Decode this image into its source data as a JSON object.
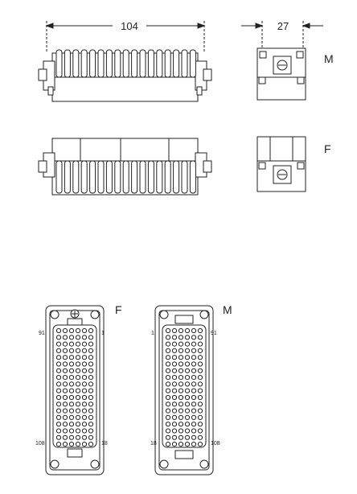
{
  "dimensions": {
    "width_label": "104",
    "depth_label": "27"
  },
  "views": {
    "male_side_tag": "M",
    "female_side_tag": "F",
    "female_face_tag": "F",
    "male_face_tag": "M"
  },
  "female_face_pins": {
    "top_left": "91",
    "top_right": "1",
    "bottom_left": "108",
    "bottom_right": "18"
  },
  "male_face_pins": {
    "top_left": "1",
    "top_right": "91",
    "bottom_left": "18",
    "bottom_right": "108"
  },
  "colors": {
    "line": "#222222",
    "fill": "#ffffff",
    "light": "#f2f2f2"
  }
}
